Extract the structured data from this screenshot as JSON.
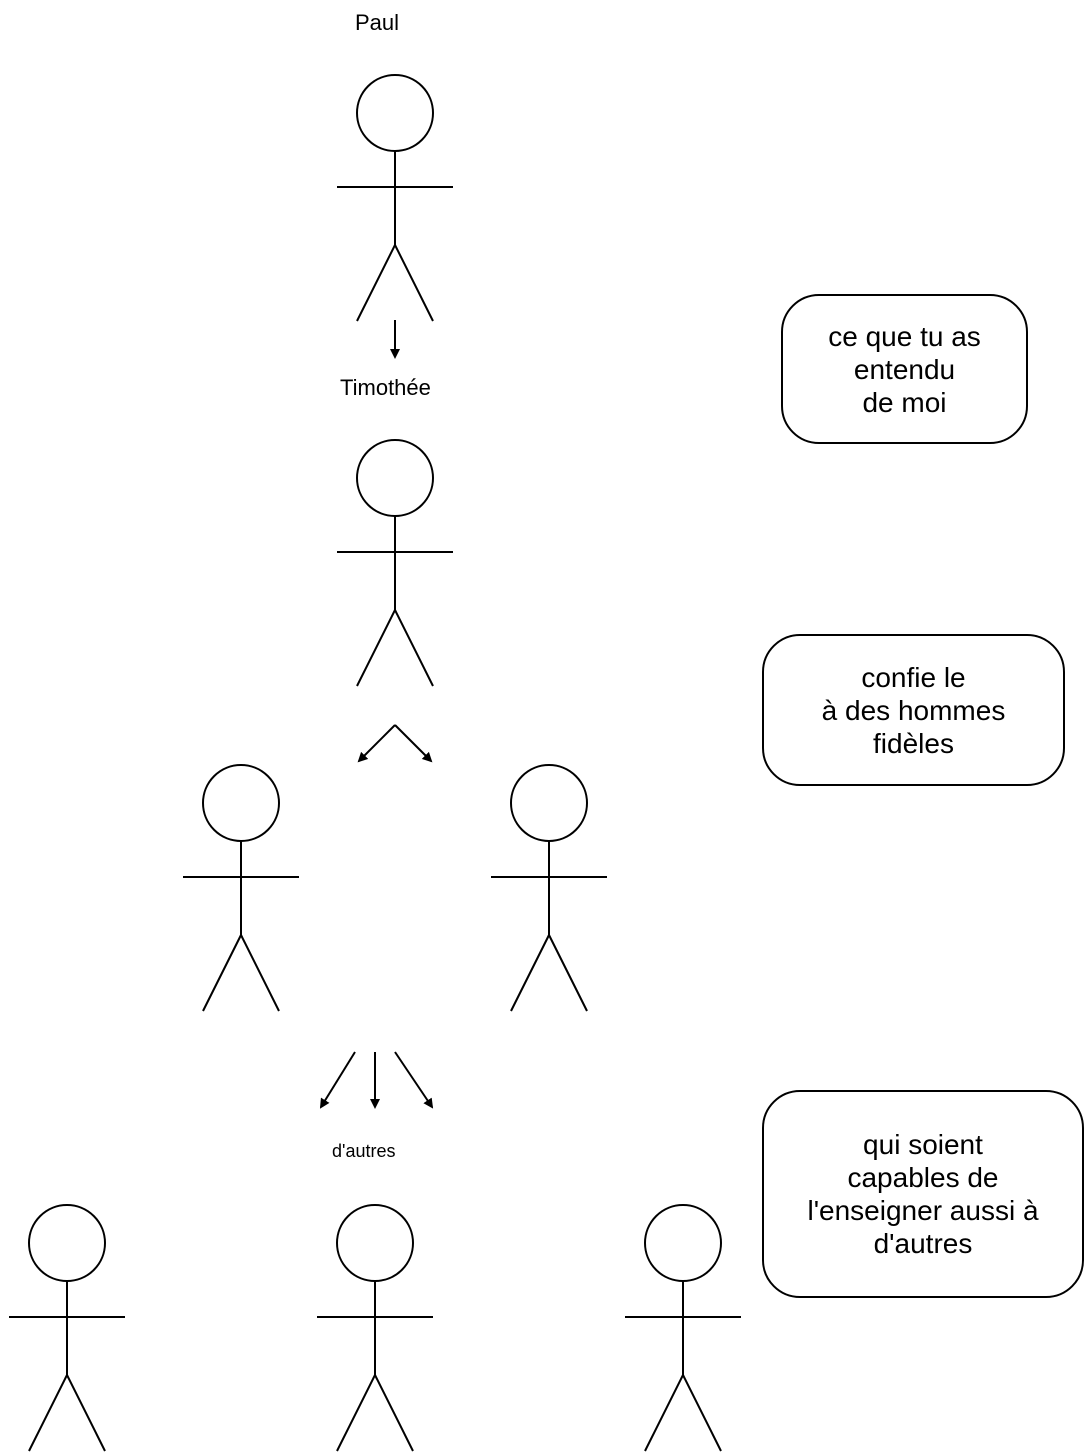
{
  "labels": {
    "paul": "Paul",
    "timothee": "Timothée",
    "autres": "d'autres"
  },
  "bubbles": [
    {
      "text": "ce que tu as\nentendu\nde moi"
    },
    {
      "text": "confie le\nà des hommes\nfidèles"
    },
    {
      "text": "qui soient\ncapables de\nl'enseigner aussi à\nd'autres"
    }
  ],
  "figures": [
    {
      "role": "paul"
    },
    {
      "role": "timothee"
    },
    {
      "role": "faithful-man-1"
    },
    {
      "role": "faithful-man-2"
    },
    {
      "role": "other-1"
    },
    {
      "role": "other-2"
    },
    {
      "role": "other-3"
    }
  ]
}
